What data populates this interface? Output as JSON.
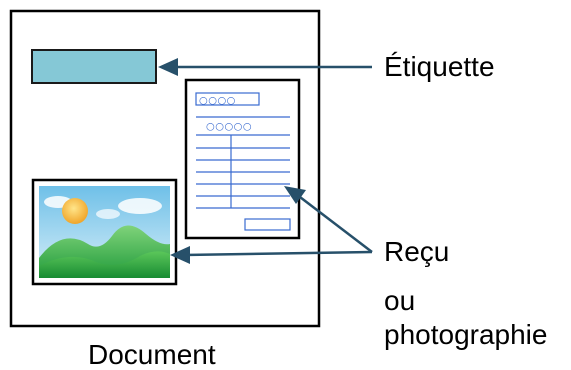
{
  "labels": {
    "etiquette": "Étiquette",
    "recu": "Reçu",
    "ou": "ou",
    "photographie": "photographie",
    "document": "Document"
  },
  "receipt": {
    "top_box_marks": "○○○○",
    "second_line_marks": "○○○○○"
  },
  "colors": {
    "label_fill": "#85c8d6",
    "arrow": "#27506a",
    "receipt_lines": "#3a6bd0",
    "sky": "#a7d8f0",
    "grass": "#3fb74a",
    "sun": "#f4b43a"
  }
}
